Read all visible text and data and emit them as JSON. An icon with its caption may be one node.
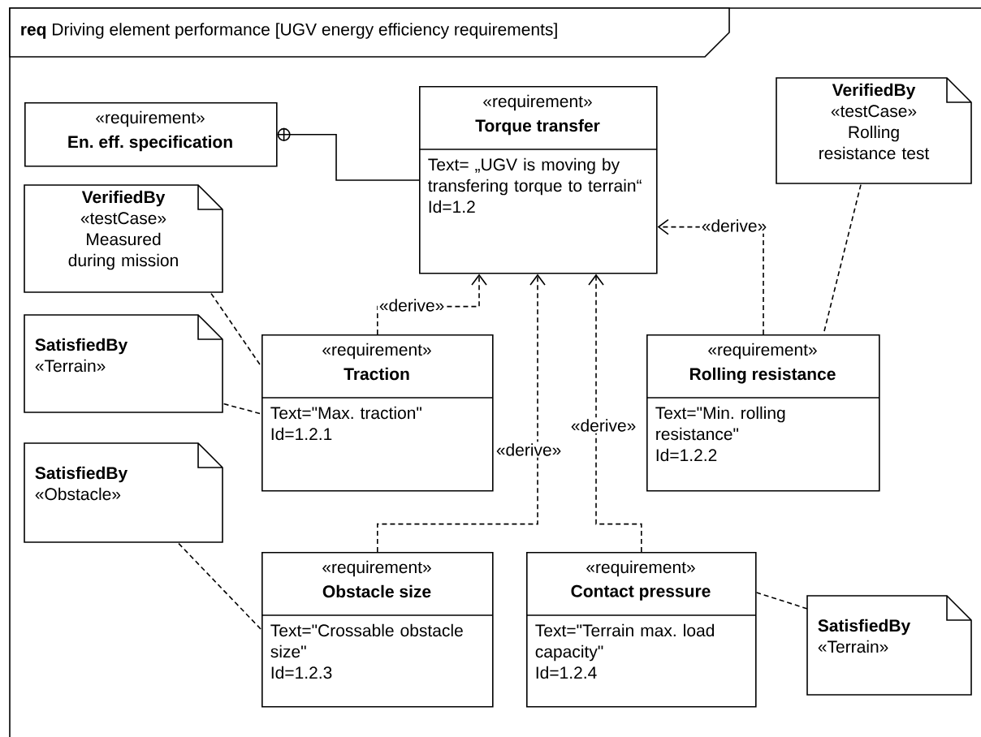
{
  "diagram": {
    "title": "**req** Driving element performance [UGV energy efficiency requirements]",
    "nodes": [
      {
        "text": [
          "«requirement»",
          "En. eff. specification"
        ]
      },
      {
        "text": [
          "«requirement»",
          "Torque transfer",
          "Text= „UGV is moving by transfering torque to terrain“",
          "Id=1.2"
        ]
      },
      {
        "text": [
          "VerifiedBy",
          "«testCase»",
          "Rolling resistance test"
        ]
      },
      {
        "text": [
          "VerifiedBy",
          "«testCase»",
          "Measured during mission"
        ]
      },
      {
        "text": [
          "SatisfiedBy",
          "«Terrain»"
        ]
      },
      {
        "text": [
          "«requirement»",
          "Traction",
          "Text=\"Max. traction\"",
          "Id=1.2.1"
        ]
      },
      {
        "text": [
          "«requirement»",
          "Rolling resistance",
          "Text=\"Min. rolling resistance\"",
          "Id=1.2.2"
        ]
      },
      {
        "text": [
          "SatisfiedBy",
          "«Obstacle»"
        ]
      },
      {
        "text": [
          "«requirement»",
          "Obstacle size",
          "Text=\"Crossable obstacle size\"",
          "Id=1.2.3"
        ]
      },
      {
        "text": [
          "«requirement»",
          "Contact pressure",
          "Text=\"Terrain max. load capacity\"",
          "Id=1.2.4"
        ]
      },
      {
        "text": [
          "SatisfiedBy",
          "«Terrain»"
        ]
      }
    ],
    "edges": [
      {
        "from": 0,
        "to": 1,
        "arrow": "other"
      },
      {
        "from": 5,
        "to": 1,
        "arrow": "to",
        "label": "«derive»",
        "style": "dashed"
      },
      {
        "from": 8,
        "to": 1,
        "arrow": "to",
        "label": "«derive»",
        "style": "dashed"
      },
      {
        "from": 9,
        "to": 1,
        "arrow": "to",
        "label": "«derive»",
        "style": "dashed"
      },
      {
        "from": 6,
        "to": 1,
        "arrow": "to",
        "label": "«derive»",
        "style": "dashed"
      },
      {
        "from": 2,
        "to": 6,
        "arrow": "none",
        "style": "dashed"
      },
      {
        "from": 3,
        "to": 5,
        "arrow": "none",
        "style": "dashed"
      },
      {
        "from": 4,
        "to": 5,
        "arrow": "none",
        "style": "dashed"
      },
      {
        "from": 7,
        "to": 8,
        "arrow": "none",
        "style": "dashed"
      },
      {
        "from": 10,
        "to": 9,
        "arrow": "none",
        "style": "dashed"
      }
    ]
  }
}
